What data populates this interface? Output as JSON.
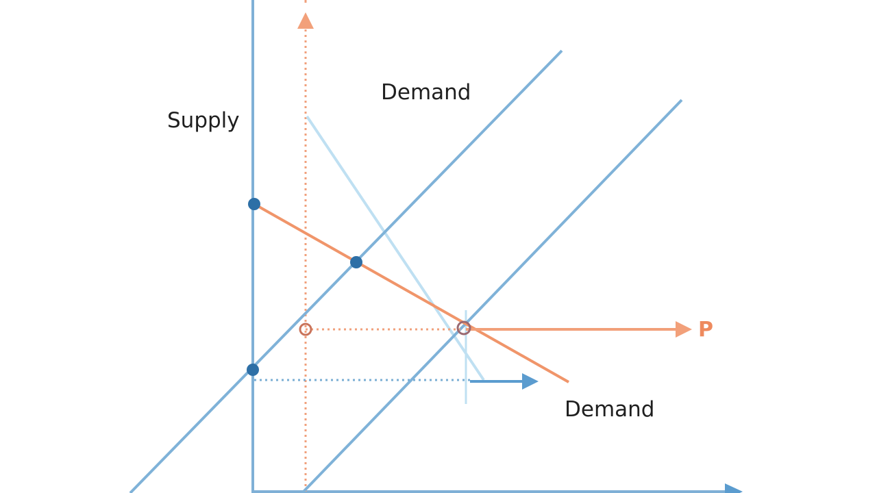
{
  "labels": {
    "supply": "Supply",
    "demand_top": "Demand",
    "demand_bottom": "Demand",
    "p_arrow": "P"
  },
  "colors": {
    "axis": "#7fb0d6",
    "supply_line": "#7fb2d8",
    "demand_line": "#f0956a",
    "light_line": "#bfe0f2",
    "orange_dotted": "#f0a07c",
    "blue_dotted": "#7aaed4",
    "point": "#2d6fa6",
    "arrow_blue": "#5b9ccf",
    "arrow_orange": "#f2a07a",
    "p_text": "#ee8a5e"
  }
}
